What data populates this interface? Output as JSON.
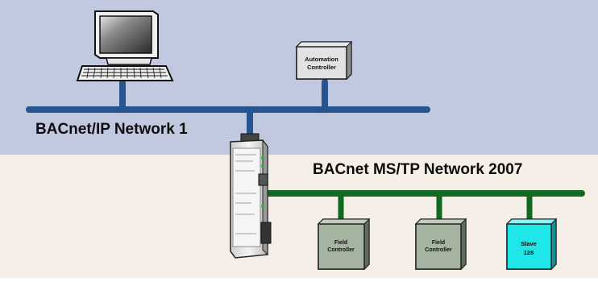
{
  "networks": {
    "ip": {
      "label": "BACnet/IP Network 1",
      "color": "#25548f"
    },
    "mstp": {
      "label": "BACnet MS/TP Network 2007",
      "color": "#0f6a1f"
    }
  },
  "regions": {
    "upper_color": "#c1c9e0",
    "lower_color": "#f6efe7"
  },
  "devices": {
    "automation_controller": {
      "line1": "Automation",
      "line2": "Controller"
    },
    "field_controller_1": {
      "line1": "Field",
      "line2": "Controller"
    },
    "field_controller_2": {
      "line1": "Field",
      "line2": "Controller"
    },
    "slave": {
      "line1": "Slave",
      "line2": "128",
      "color": "#1ee6e9"
    }
  },
  "icons": {
    "computer": "computer-workstation-icon",
    "router": "bacnet-router-icon"
  }
}
